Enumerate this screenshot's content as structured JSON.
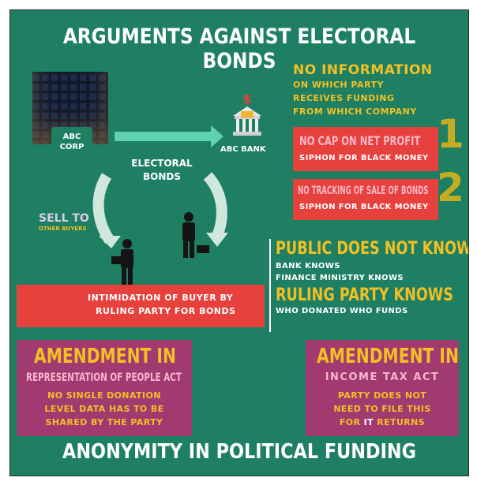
{
  "title": "ARGUMENTS AGAINST ELECTORAL BONDS",
  "footer": "ANONYMITY IN POLITICAL FUNDING",
  "abc_corp": "ABC\nCORP",
  "abc_corp_l1": "ABC",
  "abc_corp_l2": "CORP",
  "abc_bank": "ABC BANK",
  "electoral_bonds_l1": "ELECTORAL",
  "electoral_bonds_l2": "BONDS",
  "sell_to": "SELL TO",
  "other_buyers": "OTHER BUYERS",
  "no_information": {
    "heading": "NO INFORMATION",
    "lines": [
      "ON WHICH PARTY",
      "RECEIVES FUNDING",
      "FROM WHICH COMPANY"
    ]
  },
  "point1": {
    "number": "1",
    "heading": "NO CAP ON NET PROFIT",
    "sub": "SIPHON FOR BLACK MONEY"
  },
  "point2": {
    "number": "2",
    "heading": "NO TRACKING OF SALE OF BONDS",
    "sub": "SIPHON FOR BLACK MONEY"
  },
  "intimidation": {
    "l1": "INTIMIDATION OF BUYER BY",
    "l2": "RULING PARTY FOR BONDS"
  },
  "public": {
    "heading": "PUBLIC DOES NOT KNOW",
    "l1": "BANK KNOWS",
    "l2": "FINANCE MINISTRY KNOWS",
    "ruling": "RULING PARTY KNOWS",
    "l3": "WHO DONATED WHO FUNDS"
  },
  "amend_left": {
    "heading": "AMENDMENT IN",
    "sub": "REPRESENTATION OF PEOPLE ACT",
    "l1": "NO SINGLE DONATION",
    "l2": "LEVEL DATA HAS TO BE",
    "l3": "SHARED BY THE PARTY"
  },
  "amend_right": {
    "heading": "AMENDMENT IN",
    "sub": "INCOME TAX ACT",
    "l1": "PARTY DOES NOT",
    "l2": "NEED TO FILE THIS",
    "l3_pre": "FOR ",
    "l3_it": "IT",
    "l3_post": " RETURNS"
  },
  "colors": {
    "background": "#1e7f62",
    "red": "#e6413c",
    "plum": "#a23a72",
    "yellow": "#f3c023",
    "pink": "#f7b7c9"
  }
}
